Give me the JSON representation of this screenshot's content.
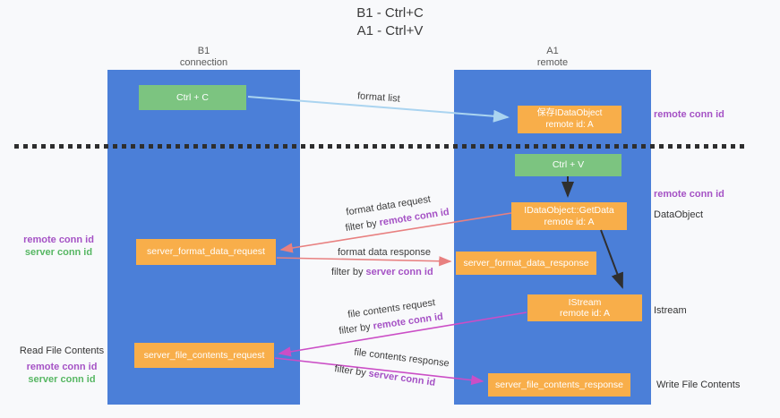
{
  "title": {
    "line1": "B1 - Ctrl+C",
    "line2": "A1 - Ctrl+V"
  },
  "columns": {
    "left": {
      "name": "B1",
      "role": "connection"
    },
    "right": {
      "name": "A1",
      "role": "remote"
    }
  },
  "nodes": {
    "ctrl_c": "Ctrl + C",
    "ctrl_v": "Ctrl + V",
    "save_idataobject": {
      "line1": "保存IDataObject",
      "line2": "remote id: A"
    },
    "idataobject_getdata": {
      "line1": "IDataObject::GetData",
      "line2": "remote id: A"
    },
    "istream": {
      "line1": "IStream",
      "line2": "remote id: A"
    },
    "server_format_data_request": "server_format_data_request",
    "server_format_data_response": "server_format_data_response",
    "server_file_contents_request": "server_file_contents_request",
    "server_file_contents_response": "server_file_contents_response"
  },
  "edge_labels": {
    "format_list": "format list",
    "format_data_request": "format data request",
    "format_data_response": "format data response",
    "file_contents_request": "file contents request",
    "file_contents_response": "file contents response",
    "filter_prefix": "filter by",
    "remote_conn_id": "remote conn id",
    "server_conn_id": "server conn id"
  },
  "side_labels": {
    "right_remote_conn_id_top": "remote conn id",
    "right_remote_conn_id_mid": "remote conn id",
    "right_dataobject": "DataObject",
    "right_istream": "Istream",
    "right_write_file_contents": "Write File Contents",
    "left_remote_conn_id_1": "remote conn id",
    "left_server_conn_id_1": "server conn id",
    "left_read_file_contents": "Read File Contents",
    "left_remote_conn_id_2": "remote conn id",
    "left_server_conn_id_2": "server conn id"
  },
  "colors": {
    "column_blue": "#4b7fd8",
    "node_orange": "#f8ae4a",
    "node_green": "#7cc480",
    "arrow_salmon": "#e88080",
    "arrow_magenta": "#cb4ec6",
    "arrow_lightblue": "#aad4f0",
    "arrow_black": "#2f2f2f",
    "text_purple": "#a552c5",
    "text_green": "#57b763"
  }
}
